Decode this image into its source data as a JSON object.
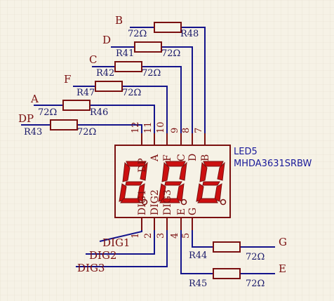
{
  "component": {
    "designator": "LED5",
    "part_number": "MHDA3631SRBW",
    "top_pins": [
      {
        "num": "12",
        "name": "DP"
      },
      {
        "num": "11",
        "name": "A"
      },
      {
        "num": "10",
        "name": "F"
      },
      {
        "num": "9",
        "name": "C"
      },
      {
        "num": "8",
        "name": "D"
      },
      {
        "num": "7",
        "name": "B"
      }
    ],
    "bottom_pins": [
      {
        "num": "1",
        "name": "DIG1"
      },
      {
        "num": "2",
        "name": "DIG2"
      },
      {
        "num": "3",
        "name": "DIG3"
      },
      {
        "num": "4",
        "name": "E"
      },
      {
        "num": "5",
        "name": "G"
      }
    ]
  },
  "resistors": [
    {
      "ref": "R48",
      "value": "72Ω",
      "net": "B"
    },
    {
      "ref": "R41",
      "value": "72Ω",
      "net": "D"
    },
    {
      "ref": "R42",
      "value": "72Ω",
      "net": "C"
    },
    {
      "ref": "R47",
      "value": "72Ω",
      "net": "F"
    },
    {
      "ref": "R46",
      "value": "72Ω",
      "net": "A"
    },
    {
      "ref": "R43",
      "value": "72Ω",
      "net": "DP"
    },
    {
      "ref": "R44",
      "value": "72Ω",
      "net": "G"
    },
    {
      "ref": "R45",
      "value": "72Ω",
      "net": "E"
    }
  ],
  "digit_nets": [
    "DIG1",
    "DIG2",
    "DIG3"
  ],
  "colors": {
    "background": "#f6f2e6",
    "grid": "#e3dccb",
    "wire": "#14148c",
    "component_body": "#8a1010",
    "segment_fill": "#cc1010",
    "text": "#7a1010"
  }
}
